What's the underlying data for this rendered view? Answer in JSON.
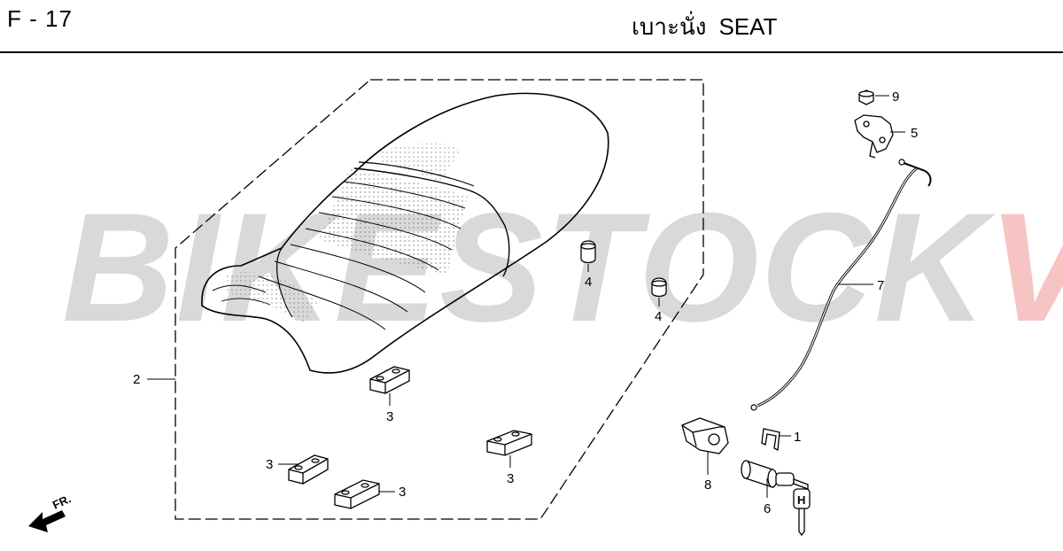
{
  "page": {
    "code": "F - 17",
    "title_th": "เบาะนั่ง",
    "title_en": "SEAT"
  },
  "watermark": {
    "part_a": "BIKESTOCK",
    "part_b": "VN",
    "color_a": "#a0a0a0",
    "color_b": "#e63c3c"
  },
  "direction_label": "FR.",
  "callouts": [
    {
      "id": "c1",
      "label": "1"
    },
    {
      "id": "c2",
      "label": "2"
    },
    {
      "id": "c3a",
      "label": "3"
    },
    {
      "id": "c3b",
      "label": "3"
    },
    {
      "id": "c3c",
      "label": "3"
    },
    {
      "id": "c3d",
      "label": "3"
    },
    {
      "id": "c4a",
      "label": "4"
    },
    {
      "id": "c4b",
      "label": "4"
    },
    {
      "id": "c5",
      "label": "5"
    },
    {
      "id": "c6",
      "label": "6"
    },
    {
      "id": "c7",
      "label": "7"
    },
    {
      "id": "c8",
      "label": "8"
    },
    {
      "id": "c9",
      "label": "9"
    }
  ]
}
